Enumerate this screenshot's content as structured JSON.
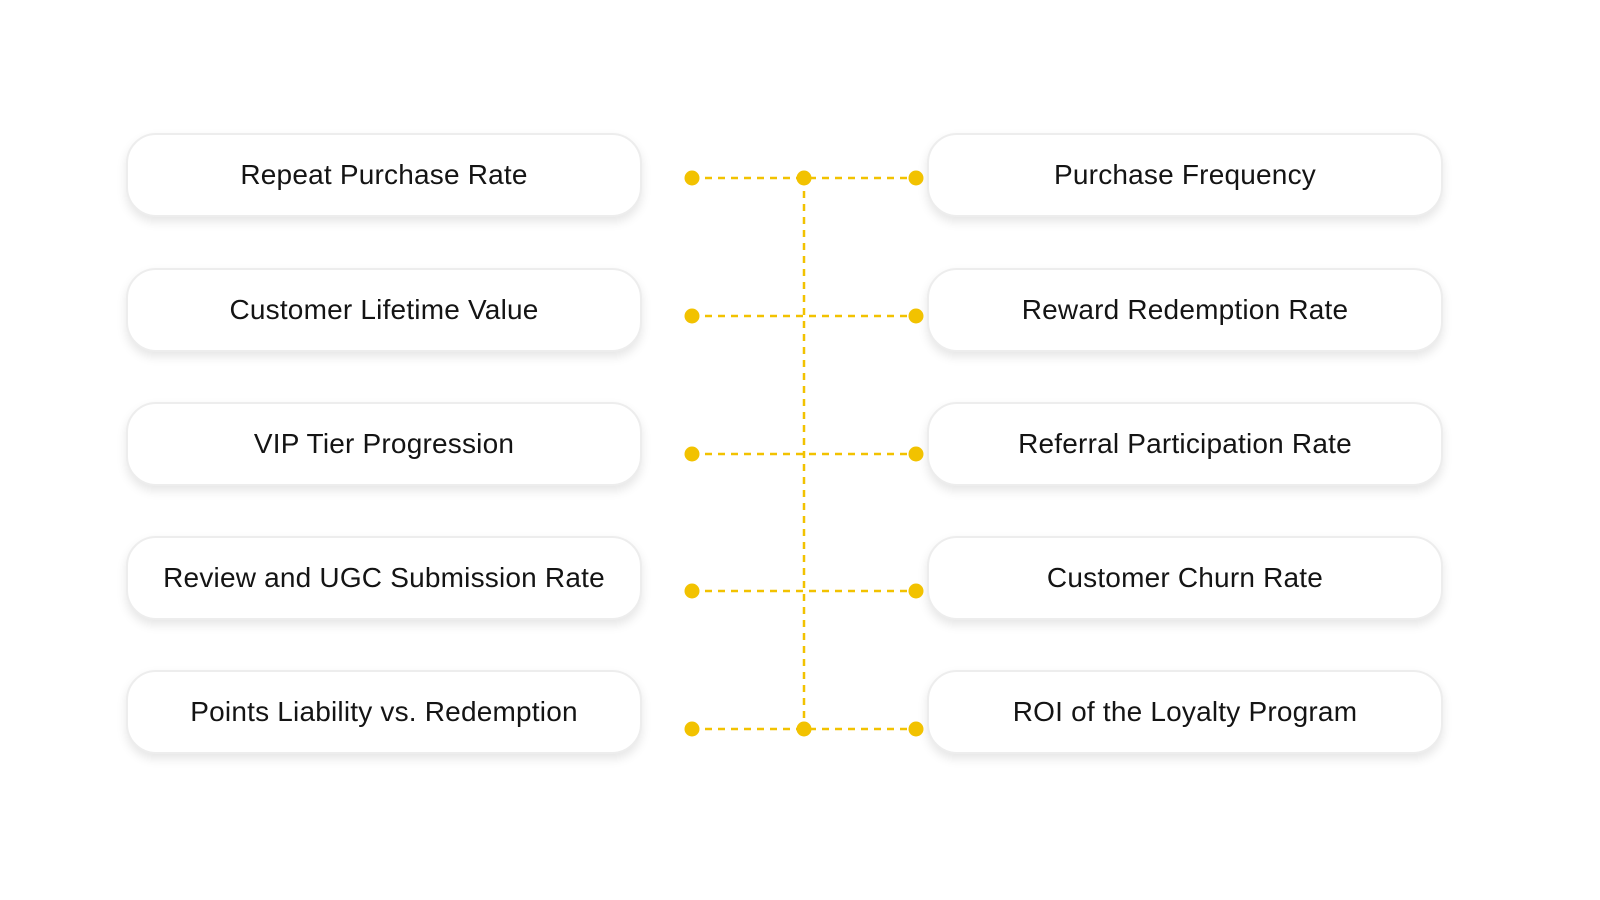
{
  "accent_color": "#F2C200",
  "left_items": [
    {
      "label": "Repeat Purchase Rate"
    },
    {
      "label": "Customer Lifetime Value"
    },
    {
      "label": "VIP Tier Progression"
    },
    {
      "label": "Review and UGC Submission Rate"
    },
    {
      "label": "Points Liability vs. Redemption"
    }
  ],
  "right_items": [
    {
      "label": "Purchase Frequency"
    },
    {
      "label": "Reward Redemption Rate"
    },
    {
      "label": "Referral Participation Rate"
    },
    {
      "label": "Customer Churn Rate"
    },
    {
      "label": "ROI of the Loyalty Program"
    }
  ]
}
